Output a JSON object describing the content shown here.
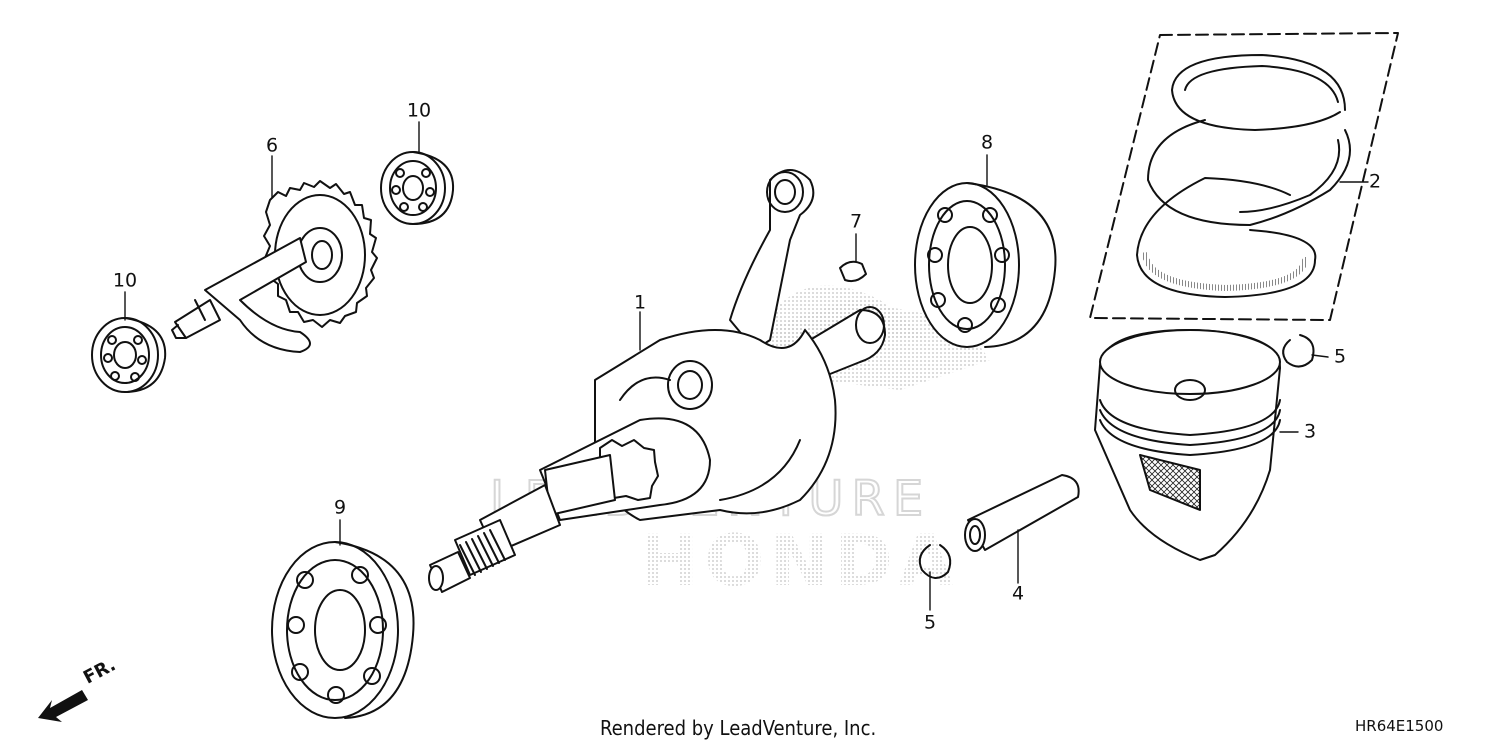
{
  "callouts": [
    {
      "id": "1",
      "text": "1"
    },
    {
      "id": "2",
      "text": "2"
    },
    {
      "id": "3",
      "text": "3"
    },
    {
      "id": "4",
      "text": "4"
    },
    {
      "id": "5a",
      "text": "5"
    },
    {
      "id": "5b",
      "text": "5"
    },
    {
      "id": "6",
      "text": "6"
    },
    {
      "id": "7",
      "text": "7"
    },
    {
      "id": "8",
      "text": "8"
    },
    {
      "id": "9",
      "text": "9"
    },
    {
      "id": "10a",
      "text": "10"
    },
    {
      "id": "10b",
      "text": "10"
    }
  ],
  "footer": {
    "credit": "Rendered by LeadVenture, Inc.",
    "diagram_code": "HR64E1500"
  },
  "direction": {
    "label": "FR.",
    "icon": "front-direction-arrow-icon"
  },
  "watermark": {
    "text_top": "LEADVENTURE",
    "text_brand": "HONDA",
    "icon": "honda-wing-logo"
  },
  "colors": {
    "line": "#111111",
    "watermark": "#c8c8c8"
  }
}
